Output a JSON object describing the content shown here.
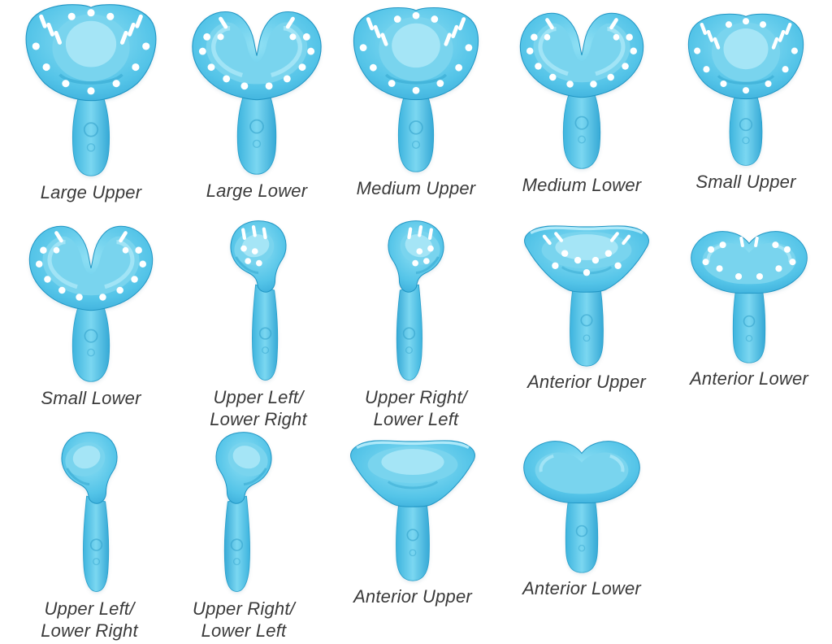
{
  "colors": {
    "tray_blue": "#54c4e8",
    "tray_blue_light": "#a5e5f6",
    "tray_blue_dark": "#2fa3d4",
    "hole_color": "#ffffff",
    "label_color": "#3a3a3a",
    "background": "#ffffff"
  },
  "trays": [
    {
      "label": "Large Upper",
      "type": "full-arch upper",
      "perforated": true
    },
    {
      "label": "Large Lower",
      "type": "full-arch lower",
      "perforated": true
    },
    {
      "label": "Medium Upper",
      "type": "full-arch upper",
      "perforated": true
    },
    {
      "label": "Medium Lower",
      "type": "full-arch lower",
      "perforated": true
    },
    {
      "label": "Small Upper",
      "type": "full-arch upper",
      "perforated": true
    },
    {
      "label": "Small Lower",
      "type": "full-arch lower",
      "perforated": true
    },
    {
      "label": "Upper Left/\nLower Right",
      "type": "quadrant",
      "perforated": true
    },
    {
      "label": "Upper Right/\nLower Left",
      "type": "quadrant",
      "perforated": true
    },
    {
      "label": "Anterior Upper",
      "type": "anterior",
      "perforated": true
    },
    {
      "label": "Anterior Lower",
      "type": "anterior",
      "perforated": true
    },
    {
      "label": "Upper Left/\nLower Right",
      "type": "quadrant",
      "perforated": false
    },
    {
      "label": "Upper Right/\nLower Left",
      "type": "quadrant",
      "perforated": false
    },
    {
      "label": "Anterior Upper",
      "type": "anterior",
      "perforated": false
    },
    {
      "label": "Anterior Lower",
      "type": "anterior",
      "perforated": false
    }
  ]
}
